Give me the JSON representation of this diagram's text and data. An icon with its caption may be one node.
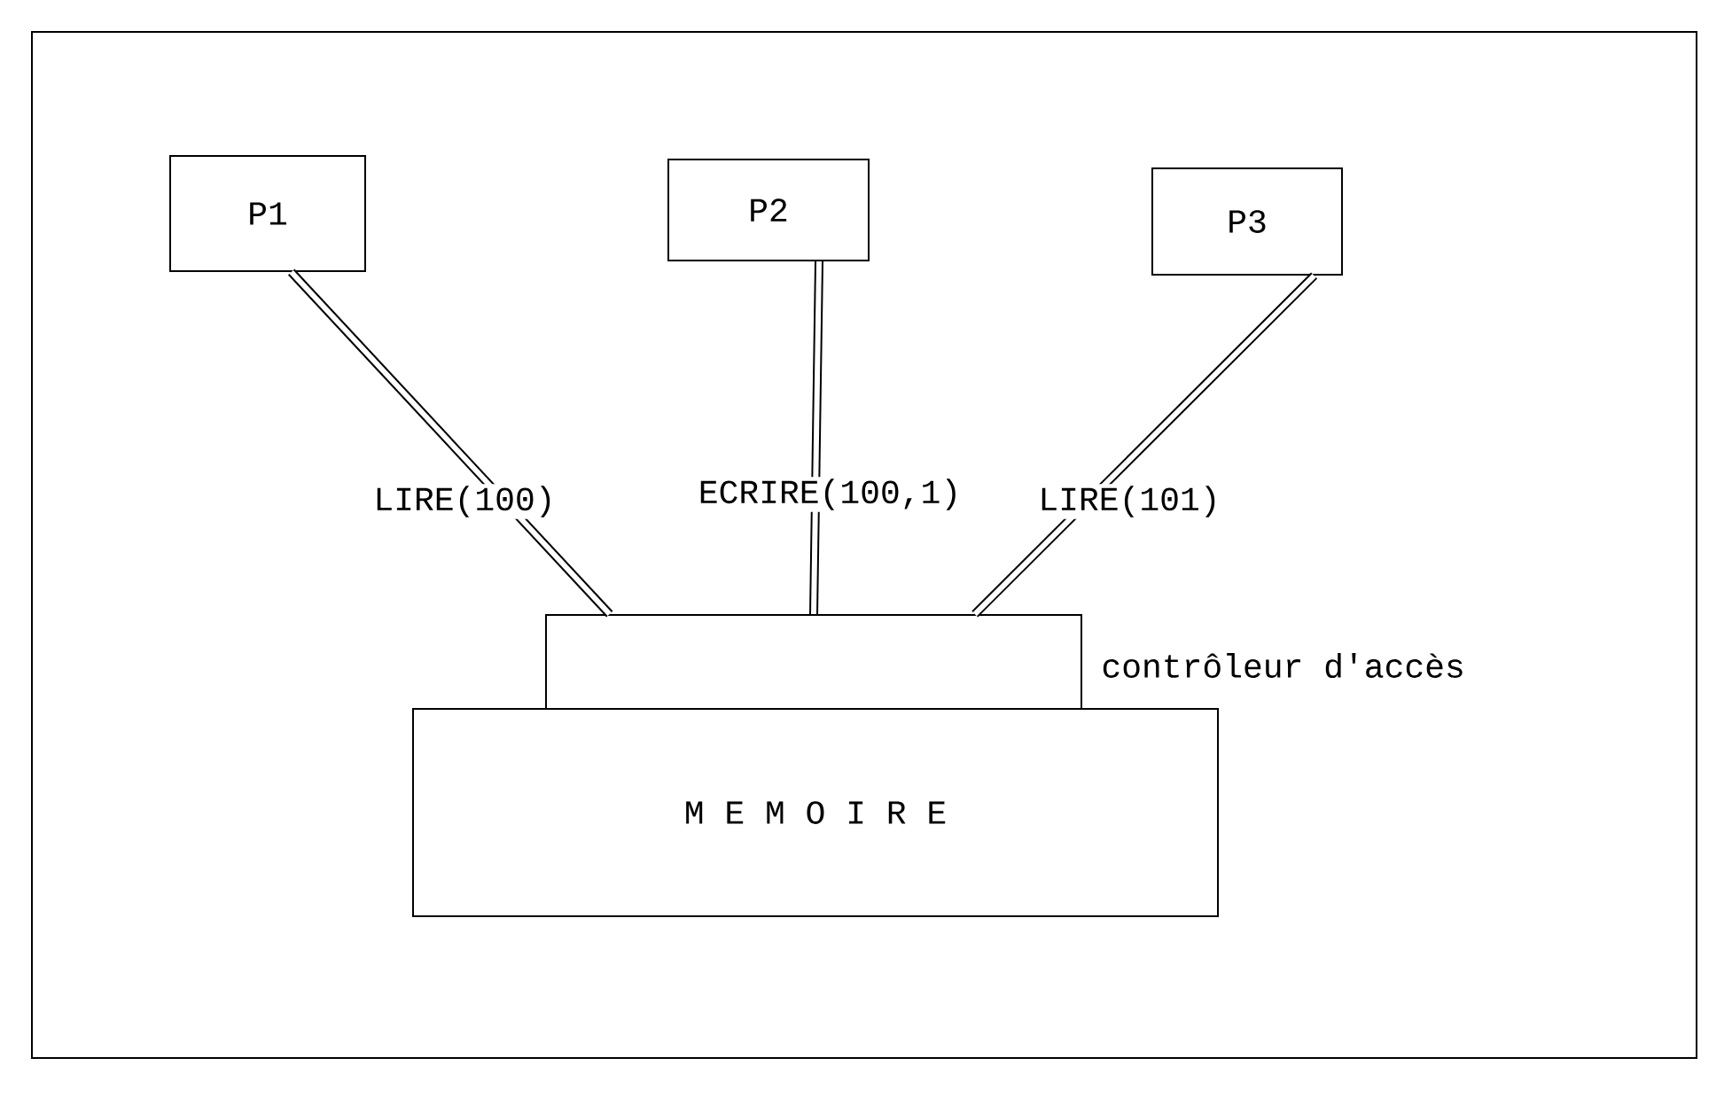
{
  "diagram": {
    "nodes": [
      {
        "text": [
          "P1"
        ]
      },
      {
        "text": [
          "P2"
        ]
      },
      {
        "text": [
          "P3"
        ]
      },
      {
        "text": [],
        "shape": "box",
        "beside": [
          "contrôleur d'accès"
        ]
      },
      {
        "text": [
          "M E M O I R E"
        ]
      }
    ],
    "edges": [
      {
        "from": 0,
        "to": 3,
        "arrow": "none",
        "label": "LIRE(100)"
      },
      {
        "from": 1,
        "to": 3,
        "arrow": "none",
        "label": "ECRIRE(100,1)"
      },
      {
        "from": 2,
        "to": 3,
        "arrow": "none",
        "label": "LIRE(101)"
      }
    ]
  }
}
